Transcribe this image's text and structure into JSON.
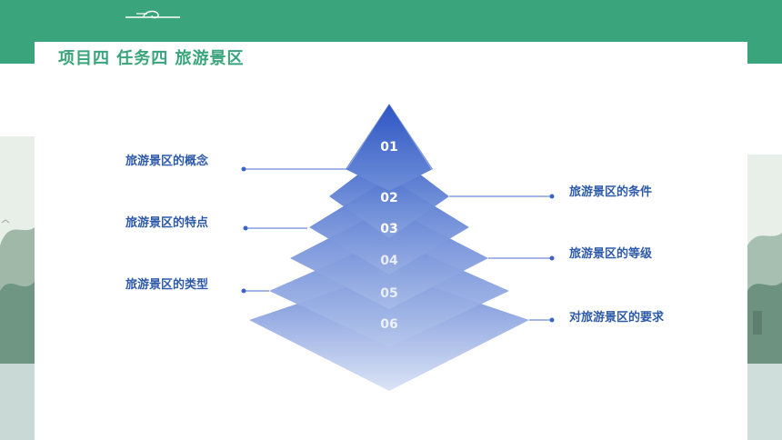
{
  "title": "项目四  任务四 旅游景区",
  "colors": {
    "header_green": "#3aa57c",
    "label_blue": "#2e5aa7",
    "pyramid_blue": "#3b63c9"
  },
  "pyramid": {
    "layers": [
      {
        "number": "01"
      },
      {
        "number": "02"
      },
      {
        "number": "03"
      },
      {
        "number": "04"
      },
      {
        "number": "05"
      },
      {
        "number": "06"
      }
    ]
  },
  "labels": {
    "left": [
      "旅游景区的概念",
      "旅游景区的特点",
      "旅游景区的类型"
    ],
    "right": [
      "旅游景区的条件",
      "旅游景区的等级",
      "对旅游景区的要求"
    ]
  }
}
